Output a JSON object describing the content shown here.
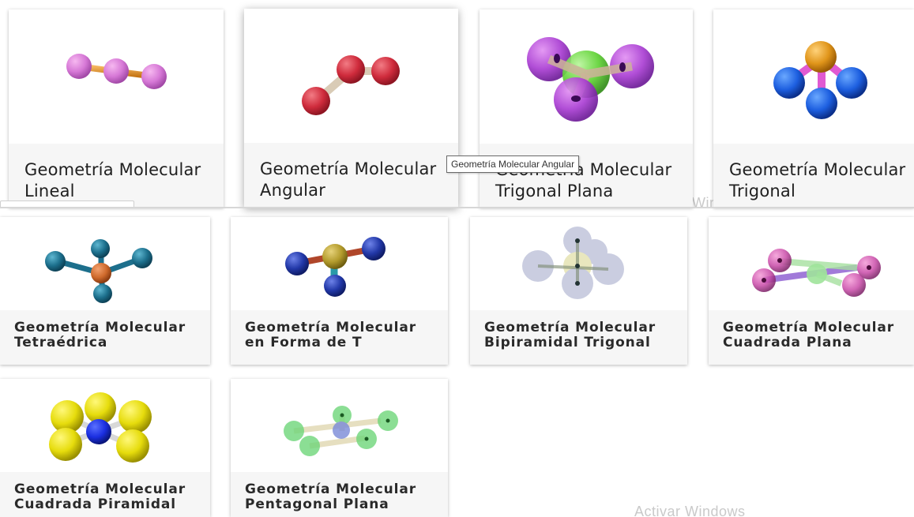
{
  "cards": [
    {
      "line1": "Geometría Molecular",
      "line2": "Lineal",
      "icon": "linear-molecule-icon"
    },
    {
      "line1": "Geometría Molecular",
      "line2": "Angular",
      "icon": "angular-molecule-icon"
    },
    {
      "line1": "Geometría Molecular",
      "line2": "Trigonal Plana",
      "icon": "trigonal-planar-molecule-icon"
    },
    {
      "line1": "Geometría Molecular",
      "line2": "Trigonal",
      "icon": "trigonal-pyramidal-molecule-icon"
    },
    {
      "line1": "Geometría Molecular",
      "line2": "Tetraédrica",
      "icon": "tetrahedral-molecule-icon"
    },
    {
      "line1": "Geometría Molecular",
      "line2": "en Forma de T",
      "icon": "t-shaped-molecule-icon"
    },
    {
      "line1": "Geometría Molecular",
      "line2": "Bipiramidal Trigonal",
      "icon": "trigonal-bipyramidal-molecule-icon"
    },
    {
      "line1": "Geometría Molecular",
      "line2": "Cuadrada Plana",
      "icon": "square-planar-molecule-icon"
    },
    {
      "line1": "Geometría Molecular",
      "line2": "Cuadrada Piramidal",
      "icon": "square-pyramidal-molecule-icon"
    },
    {
      "line1": "Geometría Molecular",
      "line2": "Pentagonal Plana",
      "icon": "pentagonal-planar-molecule-icon"
    }
  ],
  "tooltip": "Geometría Molecular Angular",
  "watermark": {
    "top": "Activar Windows",
    "bottom": "Activar Windows"
  },
  "colors": {
    "caption_bg": "#f6f6f6",
    "caption_text": "#202020",
    "card_bg": "#ffffff"
  }
}
